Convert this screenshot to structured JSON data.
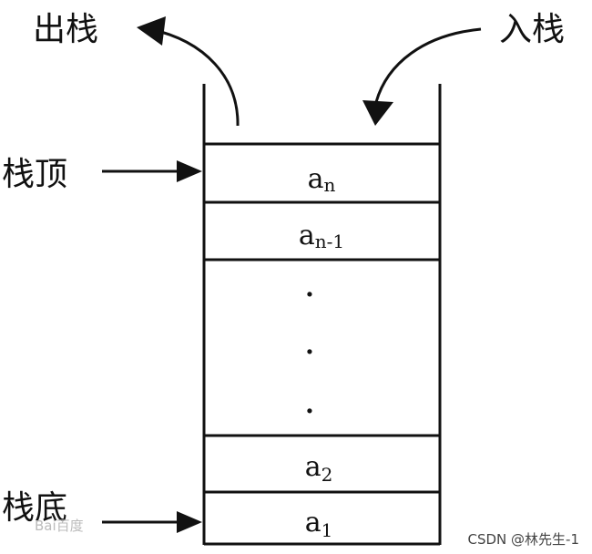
{
  "labels": {
    "pop": "出栈",
    "push": "入栈",
    "top": "栈顶",
    "bottom": "栈底"
  },
  "cells": [
    {
      "base": "a",
      "sub": "n"
    },
    {
      "base": "a",
      "sub": "n-1"
    },
    {
      "base": "a",
      "sub": "2"
    },
    {
      "base": "a",
      "sub": "1"
    }
  ],
  "ellipsis": [
    "·",
    "·",
    "·"
  ],
  "watermark": {
    "credit": "CSDN @林先生-1",
    "faint": "Bai百度"
  },
  "colors": {
    "line": "#111111",
    "background": "#ffffff"
  }
}
